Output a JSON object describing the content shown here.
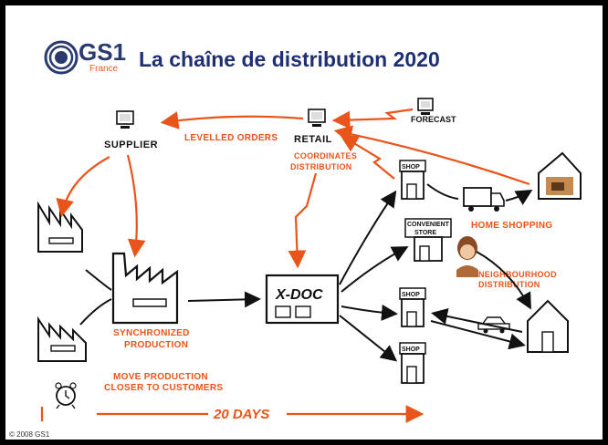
{
  "header": {
    "logo_text": "GS1",
    "logo_sub": "France",
    "title": "La chaîne de distribution 2020"
  },
  "diagram": {
    "supplier": "SUPPLIER",
    "retail": "RETAIL",
    "forecast": "FORECAST",
    "levelled_orders": "LEVELLED ORDERS",
    "coordinates_line1": "COORDINATES",
    "coordinates_line2": "DISTRIBUTION",
    "home_shopping": "HOME SHOPPING",
    "neighbourhood_line1": "NEIGHBOURHOOD",
    "neighbourhood_line2": "DISTRIBUTION",
    "synchronized_line1": "SYNCHRONIZED",
    "synchronized_line2": "PRODUCTION",
    "move_line1": "MOVE PRODUCTION",
    "move_line2": "CLOSER TO CUSTOMERS",
    "xdoc": "X-DOC",
    "days": "20 DAYS",
    "shop": "SHOP",
    "convenient_line1": "CONVENIENT",
    "convenient_line2": "STORE"
  },
  "footer": {
    "copyright": "© 2008 GS1"
  },
  "colors": {
    "accent": "#e8541a",
    "title": "#1f2f73"
  }
}
